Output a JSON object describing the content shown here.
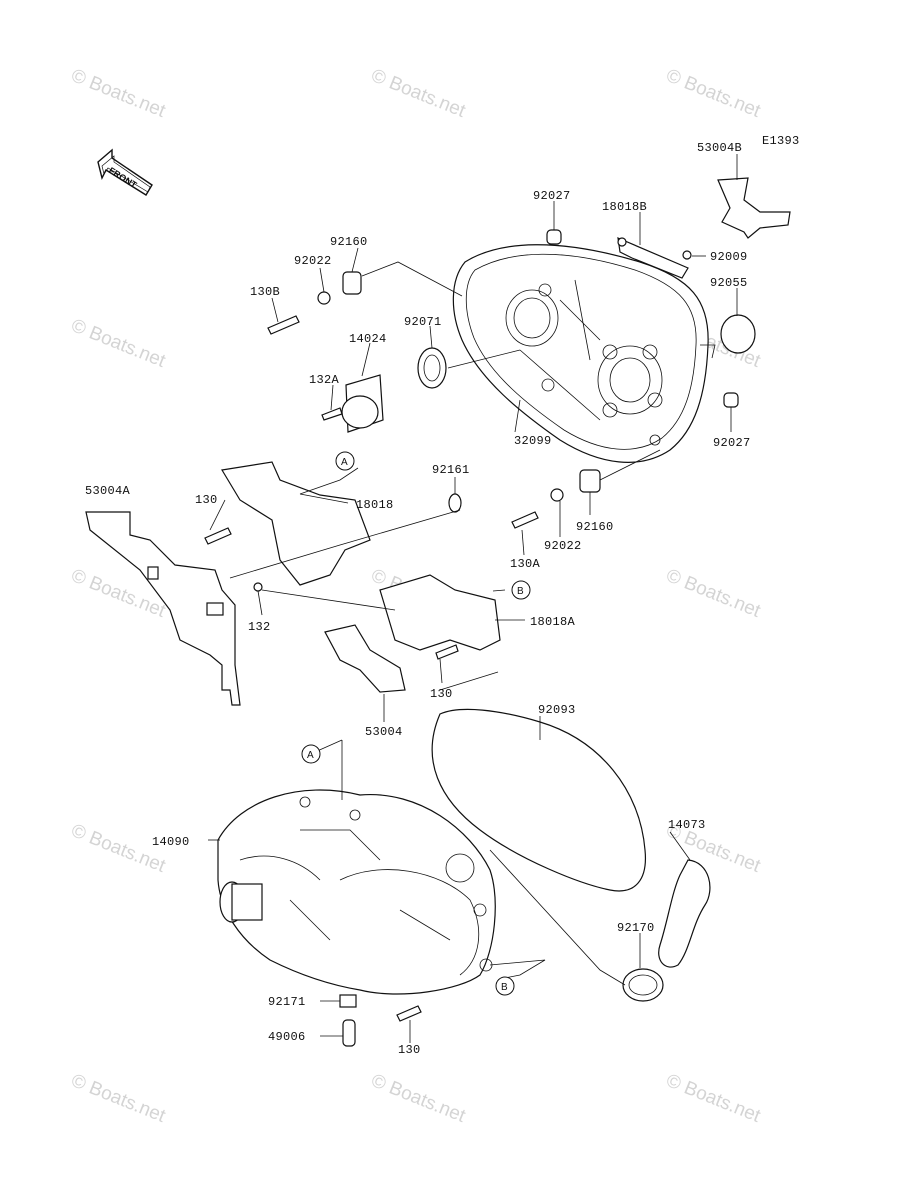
{
  "diagram_code": "E1393",
  "direction_arrow": "FRONT",
  "watermark": "© Boats.net",
  "callouts": [
    "A",
    "B"
  ],
  "part_numbers": {
    "p53004B": "53004B",
    "p92027_top": "92027",
    "p18018B": "18018B",
    "p92009": "92009",
    "p92160_top": "92160",
    "p92022_top": "92022",
    "p130B": "130B",
    "p92055": "92055",
    "p92071": "92071",
    "p14024": "14024",
    "p132A": "132A",
    "p32099": "32099",
    "p92027_right": "92027",
    "p92161": "92161",
    "p53004A": "53004A",
    "p130_a": "130",
    "p18018": "18018",
    "p92160_mid": "92160",
    "p92022_mid": "92022",
    "p130A": "130A",
    "p132": "132",
    "p18018A": "18018A",
    "p130_b": "130",
    "p53004": "53004",
    "p92093": "92093",
    "p14090": "14090",
    "p14073": "14073",
    "p92170": "92170",
    "p92171": "92171",
    "p49006": "49006",
    "p130_c": "130"
  }
}
